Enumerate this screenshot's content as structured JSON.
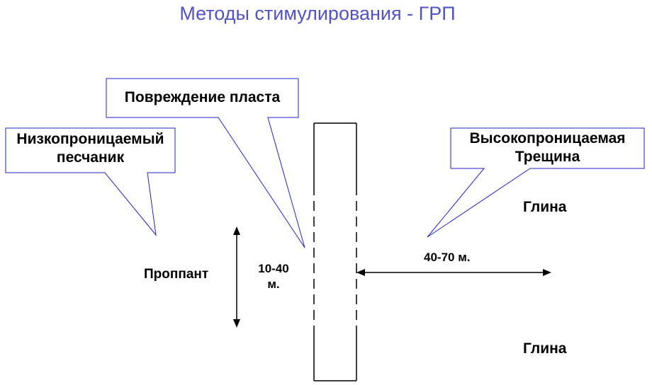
{
  "title": "Методы стимулирования - ГРП",
  "callouts": {
    "damage": "Повреждение пласта",
    "low_perm_line1": "Низкопроницаемый",
    "low_perm_line2": "песчаник",
    "high_perm_line1": "Высокопроницаемая",
    "high_perm_line2": "Трещина"
  },
  "labels": {
    "proppant": "Проппант",
    "height_line1": "10-40",
    "height_line2": "м.",
    "length": "40-70 м.",
    "clay_top": "Глина",
    "clay_bottom": "Глина"
  },
  "colors": {
    "title": "#4f52c8",
    "callout_stroke": "#2222cc",
    "lines": "#000000"
  }
}
